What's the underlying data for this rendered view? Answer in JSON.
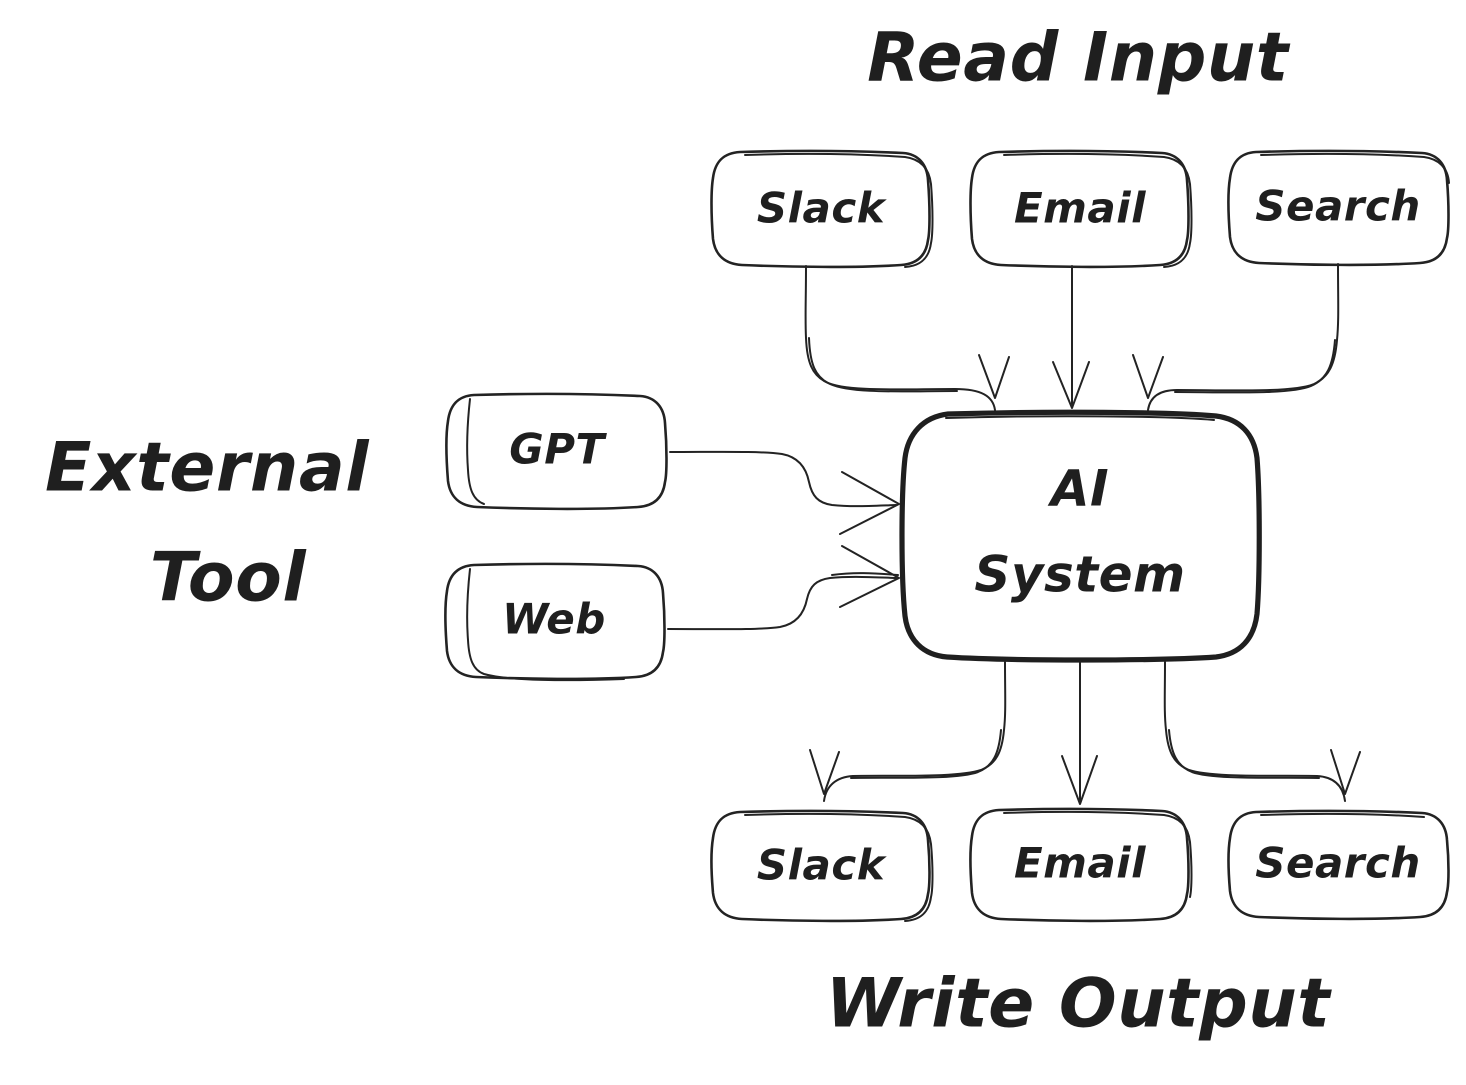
{
  "diagram": {
    "title_read_input": "Read Input",
    "title_write_output": "Write Output",
    "title_external_tool_line1": "External",
    "title_external_tool_line2": "Tool",
    "colors": {
      "background": "#ffffff",
      "stroke": "#232323",
      "emphasis_stroke": "#1f1f1f",
      "text": "#1f1f1f"
    },
    "center_node": {
      "label_line1": "AI",
      "label_line2": "System",
      "emphasis": "bold"
    },
    "input_nodes": [
      {
        "label": "Slack"
      },
      {
        "label": "Email"
      },
      {
        "label": "Search"
      }
    ],
    "external_tool_nodes": [
      {
        "label": "GPT"
      },
      {
        "label": "Web"
      }
    ],
    "output_nodes": [
      {
        "label": "Slack"
      },
      {
        "label": "Email"
      },
      {
        "label": "Search"
      }
    ],
    "edges": [
      {
        "from": "Slack",
        "to": "AI System",
        "direction": "down"
      },
      {
        "from": "Email",
        "to": "AI System",
        "direction": "down"
      },
      {
        "from": "Search",
        "to": "AI System",
        "direction": "down"
      },
      {
        "from": "GPT",
        "to": "AI System",
        "direction": "right"
      },
      {
        "from": "Web",
        "to": "AI System",
        "direction": "right"
      },
      {
        "from": "AI System",
        "to": "Slack",
        "direction": "down"
      },
      {
        "from": "AI System",
        "to": "Email",
        "direction": "down"
      },
      {
        "from": "AI System",
        "to": "Search",
        "direction": "down"
      }
    ]
  }
}
